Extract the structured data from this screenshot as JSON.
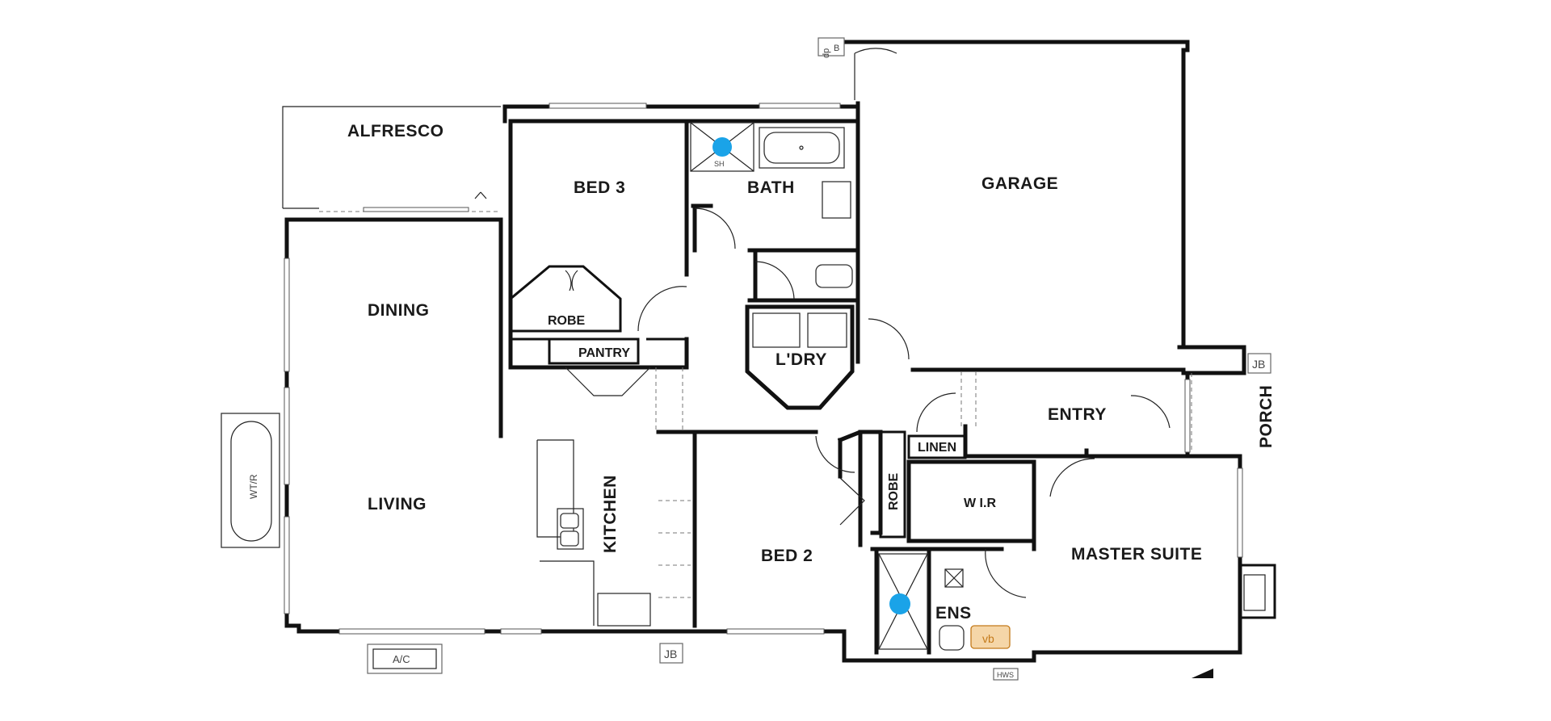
{
  "rooms": {
    "alfresco": "ALFRESCO",
    "bed3": "BED 3",
    "bath": "BATH",
    "garage": "GARAGE",
    "dining": "DINING",
    "robe_bed3": "ROBE",
    "pantry": "PANTRY",
    "laundry": "L'DRY",
    "entry": "ENTRY",
    "porch": "PORCH",
    "linen": "LINEN",
    "living": "LIVING",
    "kitchen": "KITCHEN",
    "bed2": "BED 2",
    "robe_bed2": "ROBE",
    "wir": "W I.R",
    "master_suite": "MASTER SUITE",
    "ens": "ENS"
  },
  "tags": {
    "dp": "dp",
    "b": "B",
    "jb_porch": "JB",
    "jb_bottom": "JB",
    "ac": "A/C",
    "wtr": "WT/R",
    "hws": "HWS",
    "vb": "vb",
    "shower": "SH"
  },
  "colors": {
    "walls": "#111111",
    "shower_rose": "#1aa3e8",
    "vanity_fill": "#f5d6a8",
    "vanity_text": "#c47a1a"
  }
}
